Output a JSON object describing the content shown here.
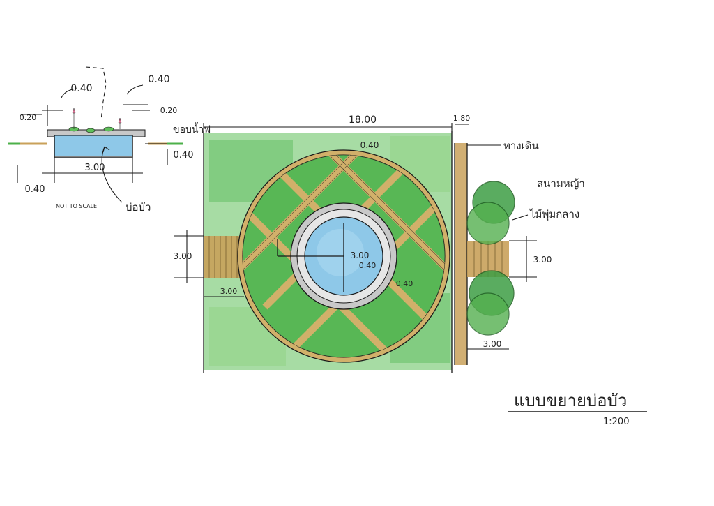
{
  "plan": {
    "dim_width": "18.00",
    "dim_path_width": "1.80",
    "dim_ring_width": "0.40",
    "dim_left_entry_height": "3.00",
    "dim_left_entry_depth": "3.00",
    "dim_right_entry_height": "3.00",
    "dim_right_entry_depth": "3.00",
    "dim_pond_radius": "3.00",
    "dim_pond_edge_a": "0.40",
    "dim_pond_edge_b": "0.40",
    "label_walkway": "ทางเดิน",
    "label_lawn": "สนามหญ้า",
    "label_shrubs": "ไม้พุ่มกลาง"
  },
  "section": {
    "dim_wall_a": "0.40",
    "dim_wall_b": "0.40",
    "dim_edge_left": "0.20",
    "dim_edge_right": "0.20",
    "dim_width": "3.00",
    "dim_depth_left": "0.40",
    "dim_depth_right": "0.40",
    "label_water": "ขอบน้ำฟ",
    "label_pond": "บ่อบัว",
    "note_scale": "NOT TO SCALE"
  },
  "title_block": {
    "title": "แบบขยายบ่อบัว",
    "scale": "1:200"
  },
  "colors": {
    "grass": "#4cb04a",
    "grass_light": "#9bd68a",
    "path": "#c9a15a",
    "water": "#8ec8e8",
    "shrub": "#3e9e45",
    "concrete": "#b8b8b8"
  }
}
